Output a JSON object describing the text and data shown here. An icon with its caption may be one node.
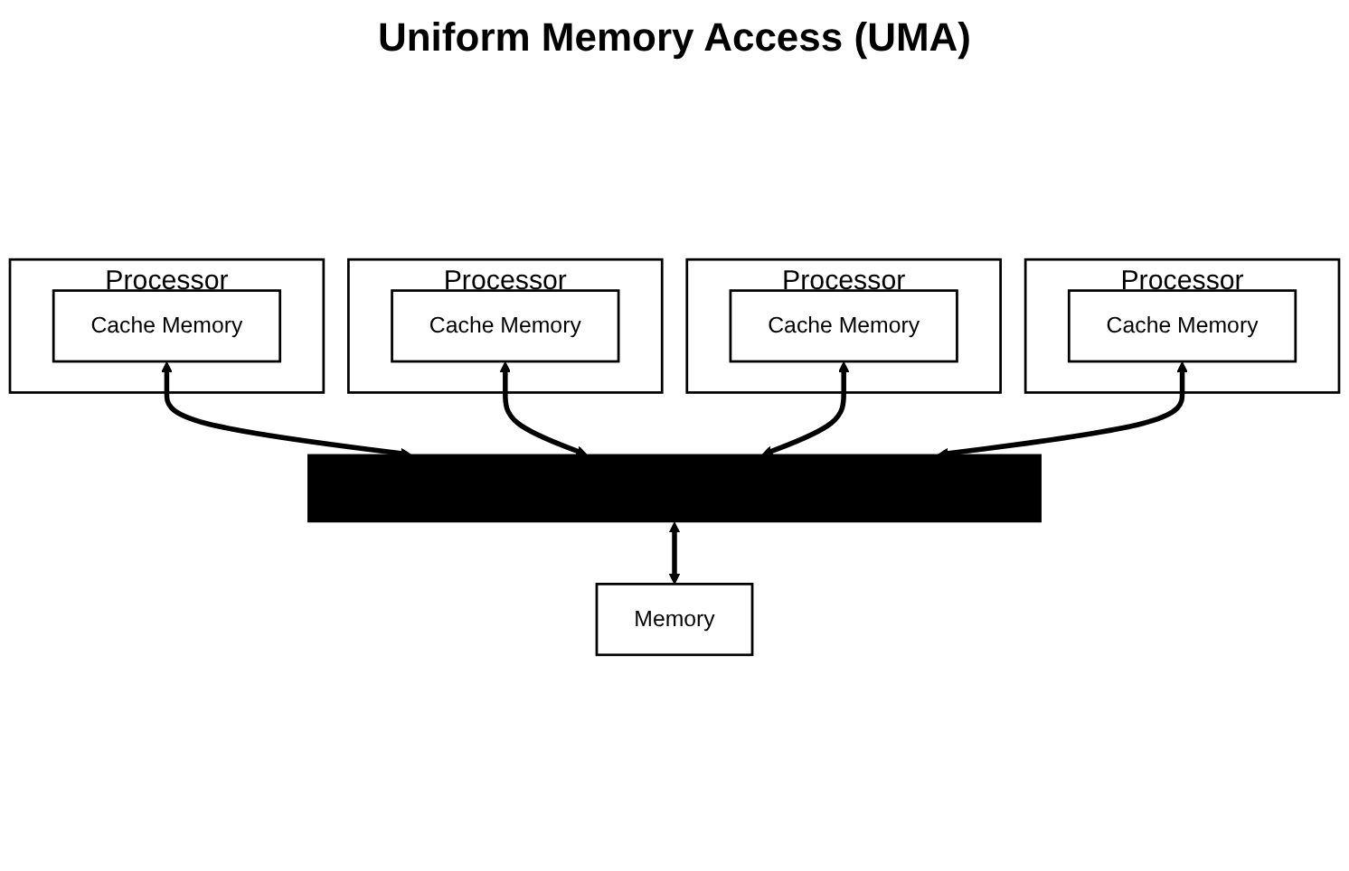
{
  "diagram": {
    "title": "Uniform Memory Access (UMA)",
    "nodes": [
      {
        "text": [
          "Processor"
        ]
      },
      {
        "text": [
          "Cache Memory"
        ],
        "in": 0
      },
      {
        "text": [
          "Processor"
        ]
      },
      {
        "text": [
          "Cache Memory"
        ],
        "in": 2
      },
      {
        "text": [
          "Processor"
        ]
      },
      {
        "text": [
          "Cache Memory"
        ],
        "in": 4
      },
      {
        "text": [
          "Processor"
        ]
      },
      {
        "text": [
          "Cache Memory"
        ],
        "in": 6
      },
      {
        "text": [],
        "shape": "bar"
      },
      {
        "text": [
          "Memory"
        ]
      }
    ],
    "edges": [
      {
        "from": 1,
        "to": 8,
        "arrow": "both"
      },
      {
        "from": 3,
        "to": 8,
        "arrow": "both"
      },
      {
        "from": 5,
        "to": 8,
        "arrow": "both"
      },
      {
        "from": 7,
        "to": 8,
        "arrow": "both"
      },
      {
        "from": 8,
        "to": 9,
        "arrow": "both"
      }
    ]
  }
}
